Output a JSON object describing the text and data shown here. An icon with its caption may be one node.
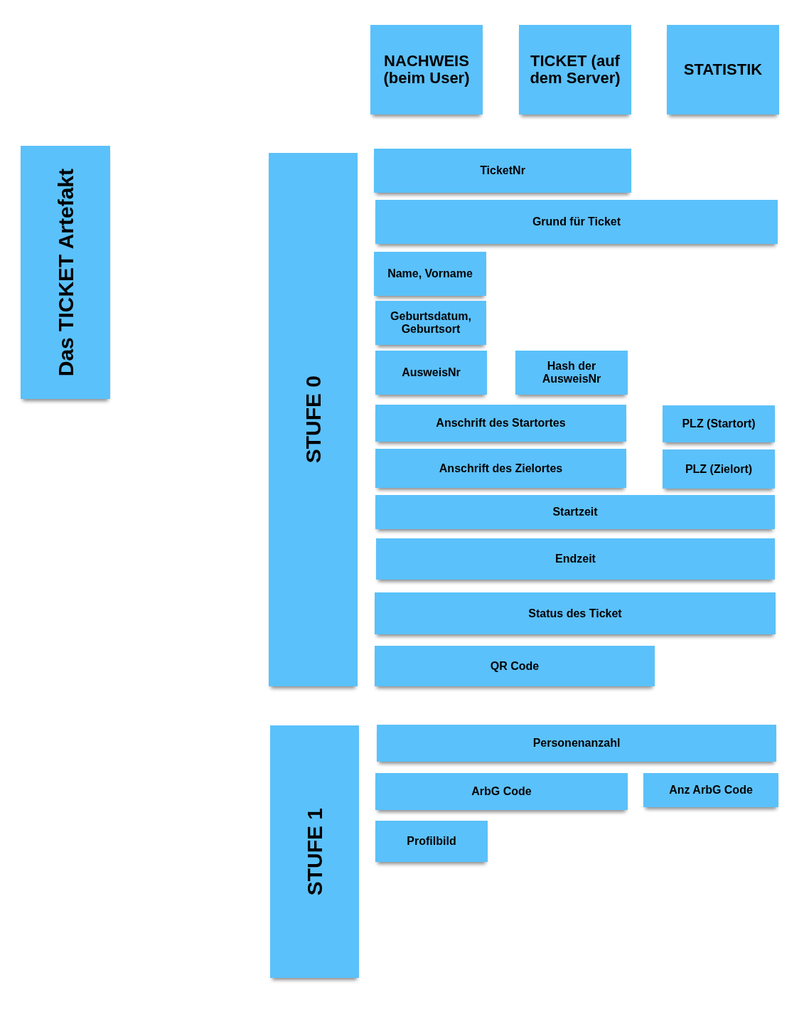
{
  "diagram": {
    "nodes": [
      {
        "text": [
          "NACHWEIS (beim User)"
        ]
      },
      {
        "text": [
          "TICKET (auf dem Server)"
        ]
      },
      {
        "text": [
          "STATISTIK"
        ]
      },
      {
        "text": [
          "Das TICKET Artefakt"
        ]
      },
      {
        "text": [
          "STUFE 0"
        ]
      },
      {
        "text": [
          "TicketNr"
        ]
      },
      {
        "text": [
          "Grund für Ticket"
        ]
      },
      {
        "text": [
          "Name, Vorname"
        ]
      },
      {
        "text": [
          "Geburtsdatum, Geburtsort"
        ]
      },
      {
        "text": [
          "AusweisNr"
        ]
      },
      {
        "text": [
          "Hash der AusweisNr"
        ]
      },
      {
        "text": [
          "Anschrift des Startortes"
        ]
      },
      {
        "text": [
          "PLZ (Startort)"
        ]
      },
      {
        "text": [
          "Anschrift des Zielortes"
        ]
      },
      {
        "text": [
          "PLZ (Zielort)"
        ]
      },
      {
        "text": [
          "Startzeit"
        ]
      },
      {
        "text": [
          "Endzeit"
        ]
      },
      {
        "text": [
          "Status des Ticket"
        ]
      },
      {
        "text": [
          "QR Code"
        ]
      },
      {
        "text": [
          "STUFE 1"
        ]
      },
      {
        "text": [
          "Personenanzahl"
        ]
      },
      {
        "text": [
          "ArbG Code"
        ]
      },
      {
        "text": [
          "Anz ArbG Code"
        ]
      },
      {
        "text": [
          "Profilbild"
        ]
      }
    ]
  }
}
